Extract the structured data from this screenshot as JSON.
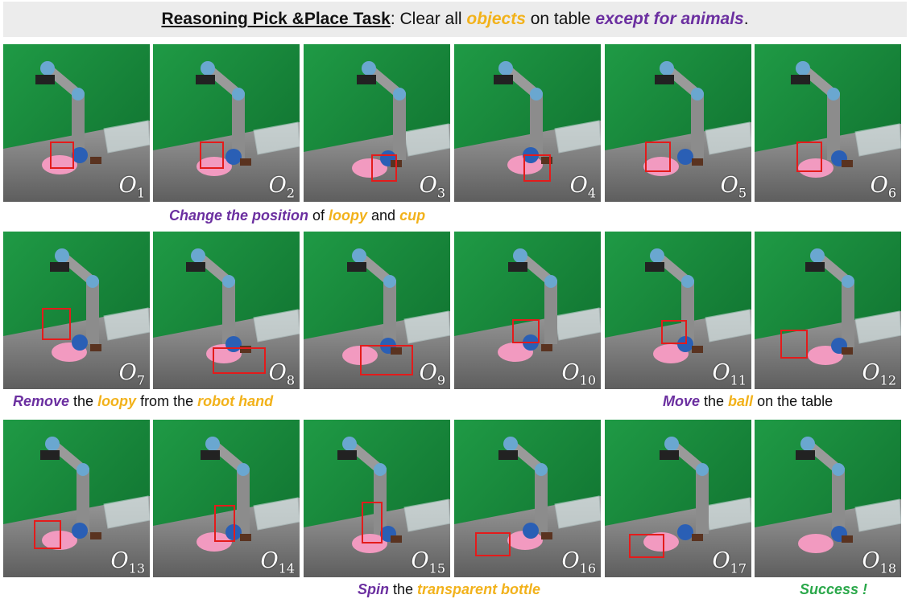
{
  "title": {
    "part1": "Reasoning Pick &Place Task",
    "part2": ": Clear all ",
    "part3": "objects",
    "part4": " on table ",
    "part5": "except for animals",
    "part6": "."
  },
  "frames": [
    {
      "label": "O",
      "sub": "1"
    },
    {
      "label": "O",
      "sub": "2"
    },
    {
      "label": "O",
      "sub": "3"
    },
    {
      "label": "O",
      "sub": "4"
    },
    {
      "label": "O",
      "sub": "5"
    },
    {
      "label": "O",
      "sub": "6"
    },
    {
      "label": "O",
      "sub": "7"
    },
    {
      "label": "O",
      "sub": "8"
    },
    {
      "label": "O",
      "sub": "9"
    },
    {
      "label": "O",
      "sub": "10"
    },
    {
      "label": "O",
      "sub": "11"
    },
    {
      "label": "O",
      "sub": "12"
    },
    {
      "label": "O",
      "sub": "13"
    },
    {
      "label": "O",
      "sub": "14"
    },
    {
      "label": "O",
      "sub": "15"
    },
    {
      "label": "O",
      "sub": "16"
    },
    {
      "label": "O",
      "sub": "17"
    },
    {
      "label": "O",
      "sub": "18"
    }
  ],
  "captions": {
    "c1": {
      "a": "Change the position",
      "b": " of ",
      "c": "loopy",
      "d": " and ",
      "e": "cup"
    },
    "c2": {
      "a": "Remove",
      "b": " the ",
      "c": "loopy",
      "d": " from the ",
      "e": "robot hand"
    },
    "c3": {
      "a": "Move",
      "b": " the ",
      "c": "ball",
      "d": " on the table"
    },
    "c4": {
      "a": "Spin",
      "b": " the ",
      "c": "transparent bottle"
    },
    "c5": {
      "a": "Success !"
    }
  },
  "colors": {
    "purple": "#6b2fa0",
    "yellow": "#f2b21b",
    "green": "#2aa84a",
    "box": "#e41b1b"
  }
}
